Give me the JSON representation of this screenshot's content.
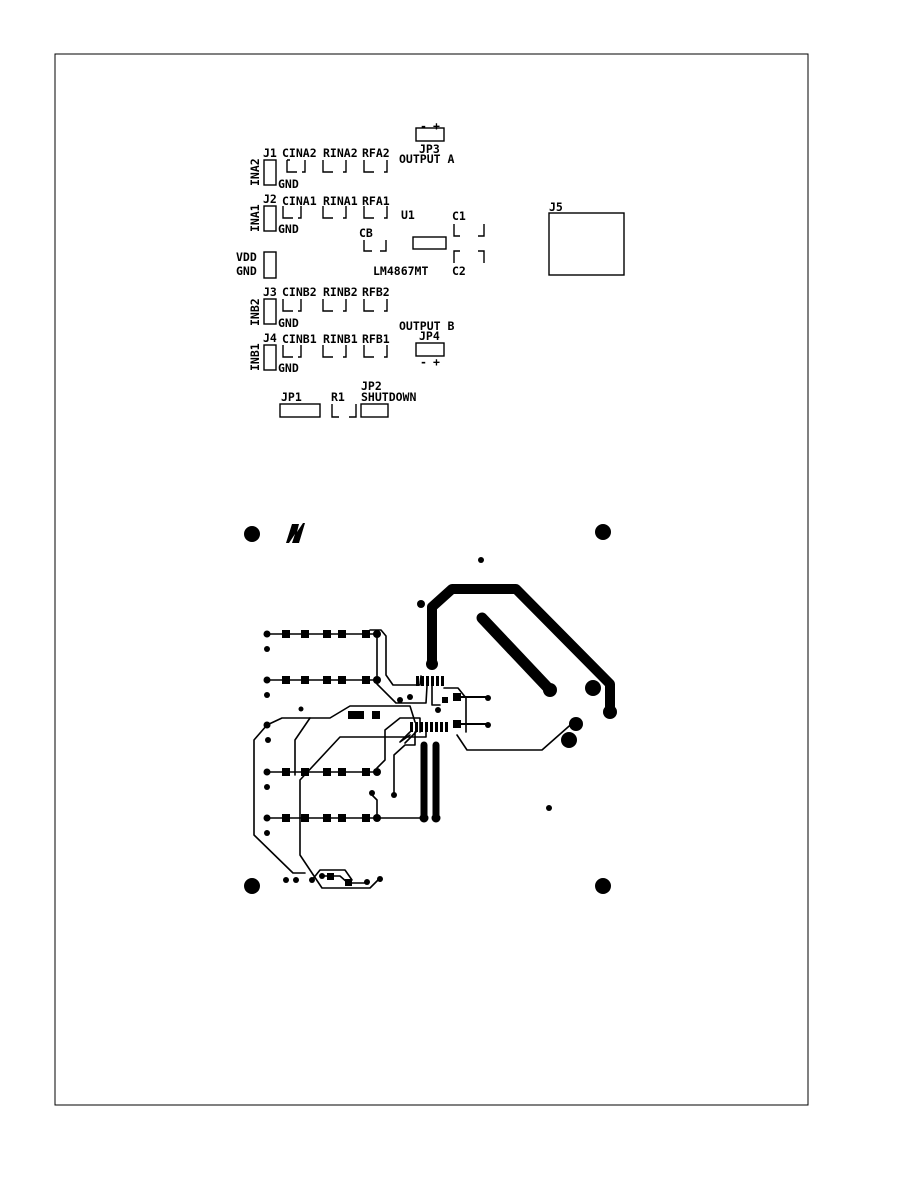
{
  "silkscreen": {
    "j1": "J1",
    "cina2": "CINA2",
    "rina2": "RINA2",
    "rfa2": "RFA2",
    "jp3": "JP3",
    "jp3_minus": "-",
    "jp3_plus": "+",
    "output_a": "OUTPUT A",
    "ina2": "INA2",
    "gnd_1": "GND",
    "j2": "J2",
    "cina1": "CINA1",
    "rina1": "RINA1",
    "rfa1": "RFA1",
    "u1": "U1",
    "c1": "C1",
    "j5": "J5",
    "ina1": "INA1",
    "gnd_2": "GND",
    "cb": "CB",
    "vdd": "VDD",
    "gnd_pwr": "GND",
    "chip": "LM4867MT",
    "c2": "C2",
    "j3": "J3",
    "cinb2": "CINB2",
    "rinb2": "RINB2",
    "rfb2": "RFB2",
    "inb2": "INB2",
    "gnd_3": "GND",
    "output_b": "OUTPUT B",
    "j4": "J4",
    "cinb1": "CINB1",
    "rinb1": "RINB1",
    "rfb1": "RFB1",
    "jp4": "JP4",
    "jp4_minus": "-",
    "jp4_plus": "+",
    "inb1": "INB1",
    "gnd_4": "GND",
    "jp1": "JP1",
    "r1": "R1",
    "jp2": "JP2",
    "shutdown": "SHUTDOWN"
  },
  "colors": {
    "ink": "#000000",
    "paper": "#ffffff"
  },
  "icons": {
    "logo": "national-semiconductor-logo"
  }
}
